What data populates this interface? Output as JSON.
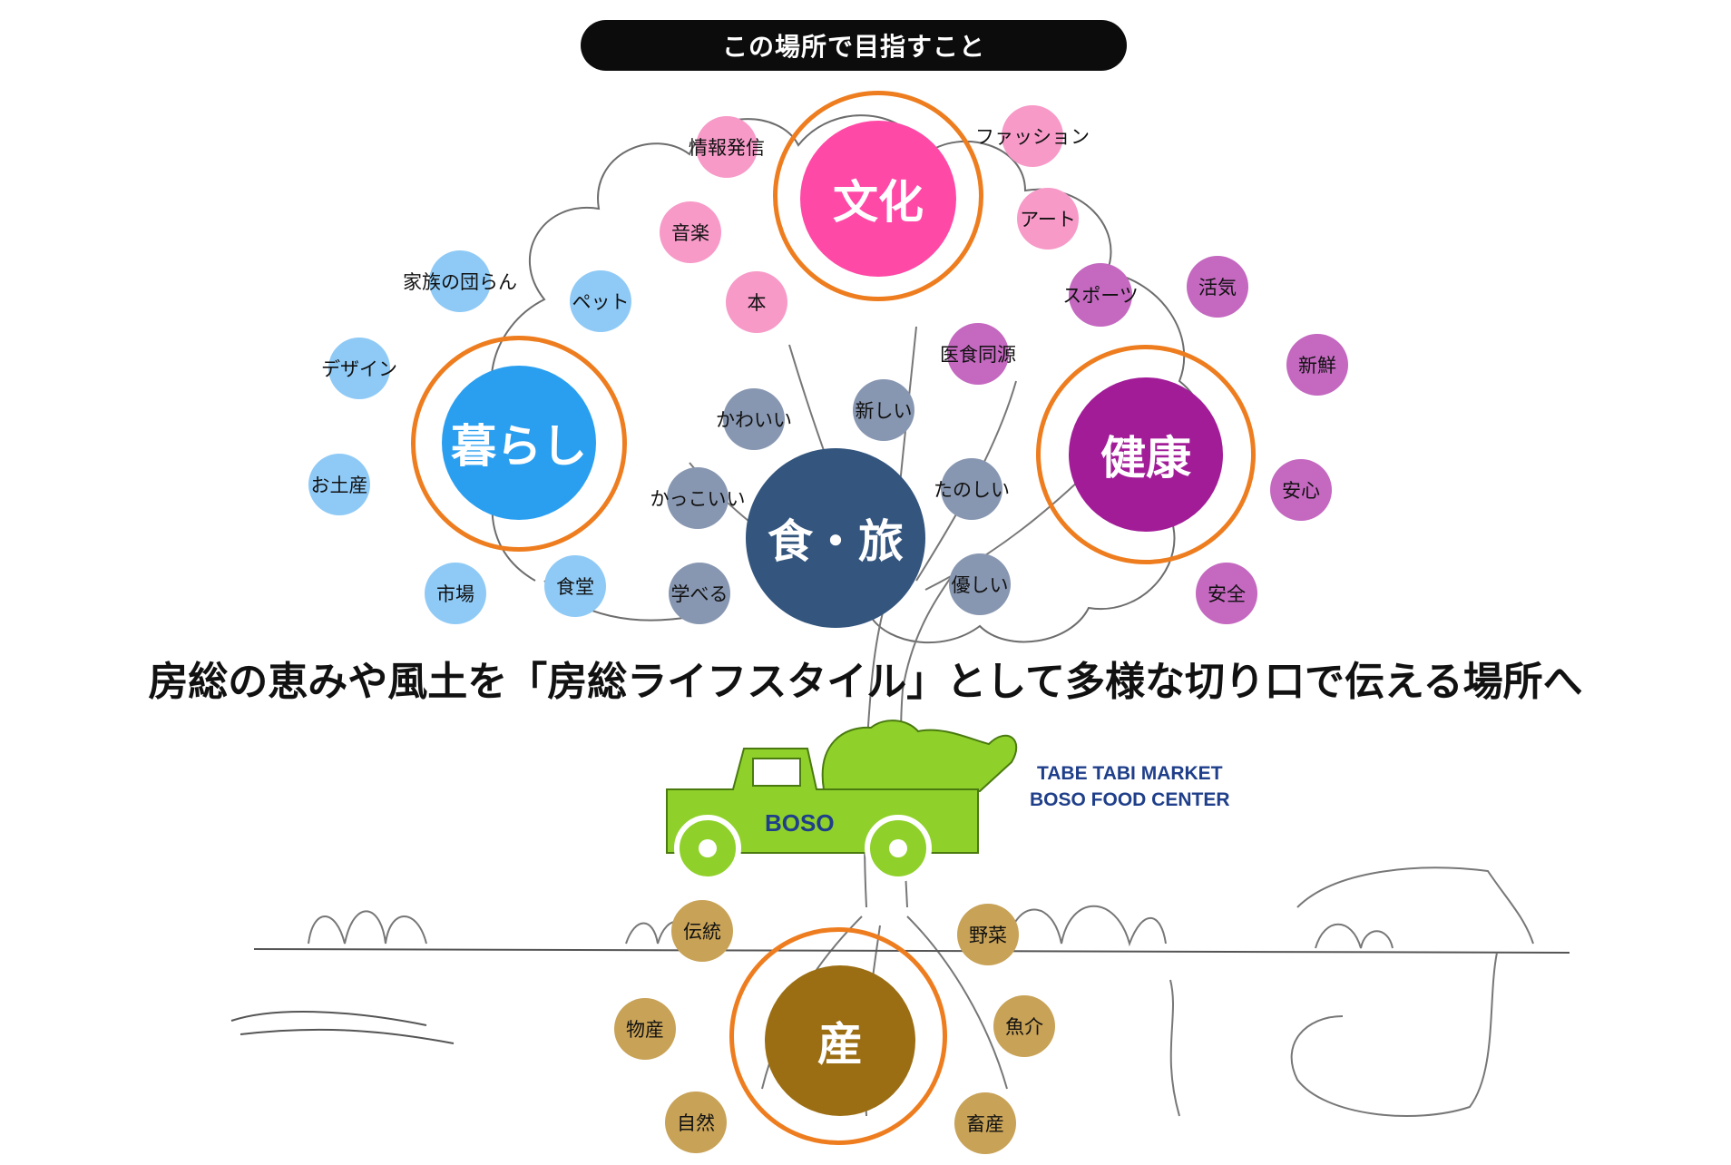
{
  "header": {
    "title": "この場所で目指すこと"
  },
  "tagline": "房総の恵みや風土を「房総ライフスタイル」として多様な切り口で伝える場所へ",
  "brand": {
    "line1": "TABE TABI MARKET",
    "line2": "BOSO FOOD CENTER"
  },
  "truck": {
    "label": "BOSO"
  },
  "colors": {
    "ring": "#ee7d1f",
    "culture": "#ff49a6",
    "culture_light": "#f79ac8",
    "health": "#a21c98",
    "health_light": "#c468c0",
    "living": "#2a9ff0",
    "living_light": "#8fcaf6",
    "food": "#33557e",
    "food_light": "#8897b1",
    "production": "#9c6e14",
    "production_light": "#c8a257",
    "truck": "#8fd12a"
  },
  "core": {
    "culture": "文化",
    "health": "健康",
    "living": "暮らし",
    "food_travel": "食・旅",
    "production": "産"
  },
  "culture_items": {
    "info": "情報発信",
    "fashion": "ファッション",
    "music": "音楽",
    "art": "アート",
    "book": "本"
  },
  "health_items": {
    "sports": "スポーツ",
    "vitality": "活気",
    "fresh": "新鮮",
    "ishoku": "医食同源",
    "relief": "安心",
    "safety": "安全"
  },
  "living_items": {
    "family": "家族の団らん",
    "pet": "ペット",
    "design": "デザイン",
    "souvenir": "お土産",
    "market": "市場",
    "diner": "食堂"
  },
  "food_items": {
    "cute": "かわいい",
    "new": "新しい",
    "cool": "かっこいい",
    "fun": "たのしい",
    "learn": "学べる",
    "gentle": "優しい"
  },
  "production_items": {
    "tradition": "伝統",
    "vegetables": "野菜",
    "products": "物産",
    "seafood": "魚介",
    "nature": "自然",
    "livestock": "畜産"
  }
}
